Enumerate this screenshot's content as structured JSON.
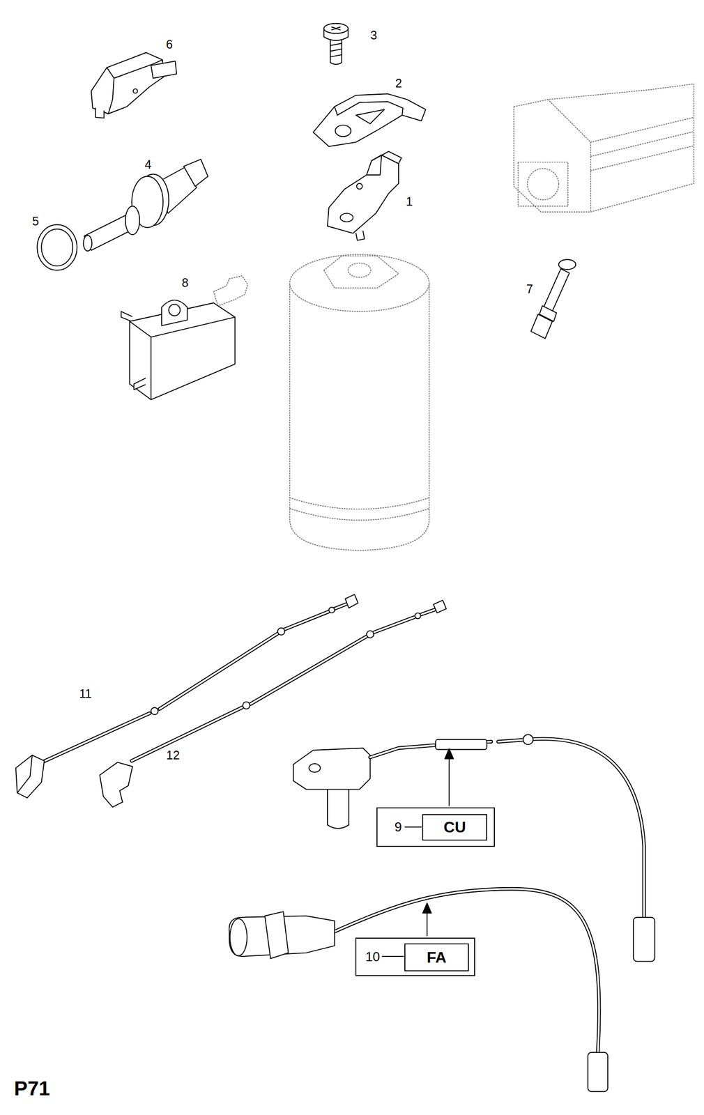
{
  "diagram": {
    "nodes": [
      {
        "text": [
          "9"
        ]
      },
      {
        "text": [
          "CU"
        ],
        "in": 0
      },
      {
        "text": [
          "10"
        ]
      },
      {
        "text": [
          "FA"
        ],
        "in": 2
      }
    ],
    "labels": [
      "6",
      "3",
      "2",
      "4",
      "5",
      "1",
      "8",
      "7",
      "11",
      "12",
      "P71"
    ]
  }
}
